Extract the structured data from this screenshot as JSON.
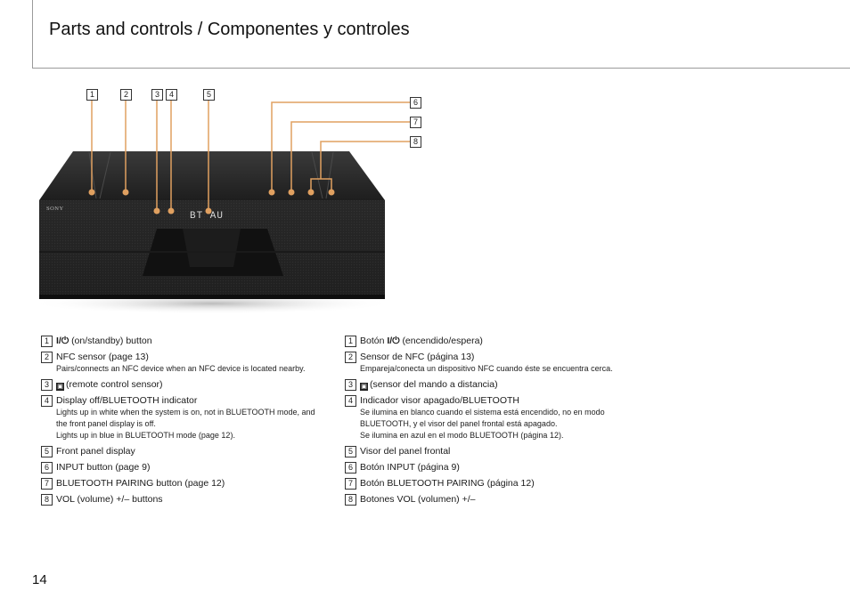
{
  "page": {
    "title": "Parts and controls / Componentes y controles",
    "page_number": "14"
  },
  "figure": {
    "callouts": [
      "1",
      "2",
      "3",
      "4",
      "5",
      "6",
      "7",
      "8"
    ],
    "brand": "SONY",
    "display_text": "BT AU"
  },
  "english": [
    {
      "num": "1",
      "title": "(on/standby) button",
      "icon": "power",
      "desc": []
    },
    {
      "num": "2",
      "title": "NFC sensor (page 13)",
      "desc": [
        "Pairs/connects an NFC device when an NFC device is located nearby."
      ]
    },
    {
      "num": "3",
      "title": "(remote control sensor)",
      "icon": "remote",
      "desc": []
    },
    {
      "num": "4",
      "title": "Display off/BLUETOOTH indicator",
      "desc": [
        "Lights up in white when the system is on, not in BLUETOOTH mode, and the front panel display is off.",
        "Lights up in blue in BLUETOOTH mode (page 12)."
      ]
    },
    {
      "num": "5",
      "title": "Front panel display",
      "desc": []
    },
    {
      "num": "6",
      "title": "INPUT button (page 9)",
      "desc": []
    },
    {
      "num": "7",
      "title": "BLUETOOTH PAIRING button (page 12)",
      "desc": []
    },
    {
      "num": "8",
      "title": "VOL (volume) +/– buttons",
      "desc": []
    }
  ],
  "spanish": [
    {
      "num": "1",
      "title": "(encendido/espera)",
      "icon": "power",
      "prefix": "Botón",
      "desc": []
    },
    {
      "num": "2",
      "title": "Sensor de NFC (página 13)",
      "desc": [
        "Empareja/conecta un dispositivo NFC cuando éste se encuentra cerca."
      ]
    },
    {
      "num": "3",
      "title": "(sensor del mando a distancia)",
      "icon": "remote",
      "desc": []
    },
    {
      "num": "4",
      "title": "Indicador visor apagado/BLUETOOTH",
      "desc": [
        "Se ilumina en blanco cuando el sistema está encendido, no en modo BLUETOOTH, y el visor del panel frontal está apagado.",
        "Se ilumina en azul en el modo BLUETOOTH (página 12)."
      ]
    },
    {
      "num": "5",
      "title": "Visor del panel frontal",
      "desc": []
    },
    {
      "num": "6",
      "title": "Botón INPUT (página 9)",
      "desc": []
    },
    {
      "num": "7",
      "title": "Botón BLUETOOTH PAIRING (página 12)",
      "desc": []
    },
    {
      "num": "8",
      "title": "Botones VOL (volumen) +/–",
      "desc": []
    }
  ],
  "colors": {
    "leader_line": "#e0a060",
    "device_body": "#2a2a2a"
  }
}
